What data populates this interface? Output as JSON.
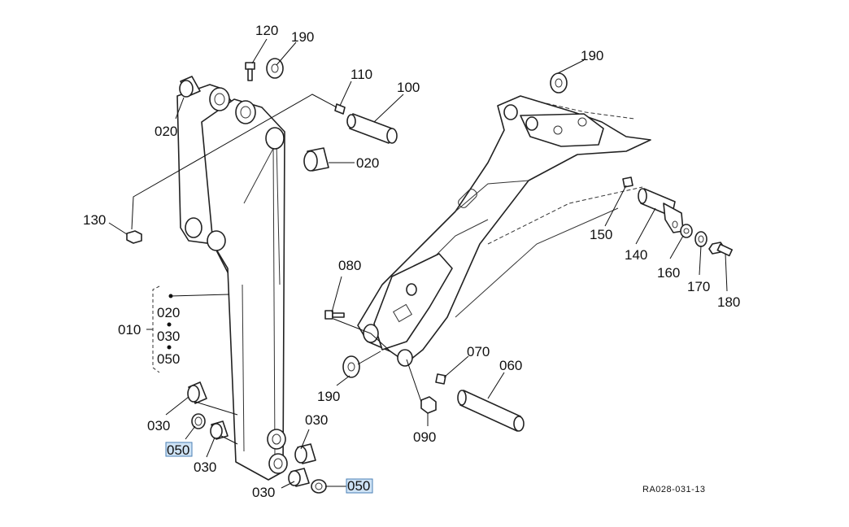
{
  "callouts": {
    "p120": "120",
    "p190_top": "190",
    "p110": "110",
    "p100": "100",
    "p020_top": "020",
    "p020_mid": "020",
    "p130": "130",
    "p080": "080",
    "p190_right": "190",
    "p150": "150",
    "p140": "140",
    "p160": "160",
    "p170": "170",
    "p180": "180",
    "p010": "010",
    "p010_020": "020",
    "p010_030": "030",
    "p010_050": "050",
    "p190_low": "190",
    "p070": "070",
    "p060": "060",
    "p090": "090",
    "p030_a": "030",
    "p050_a": "050",
    "p030_b": "030",
    "p030_c": "030",
    "p030_d": "030",
    "p050_b": "050"
  },
  "drawing_code": "RA028-031-13",
  "colors": {
    "highlight": "#cfe3f5",
    "line": "#222222"
  }
}
